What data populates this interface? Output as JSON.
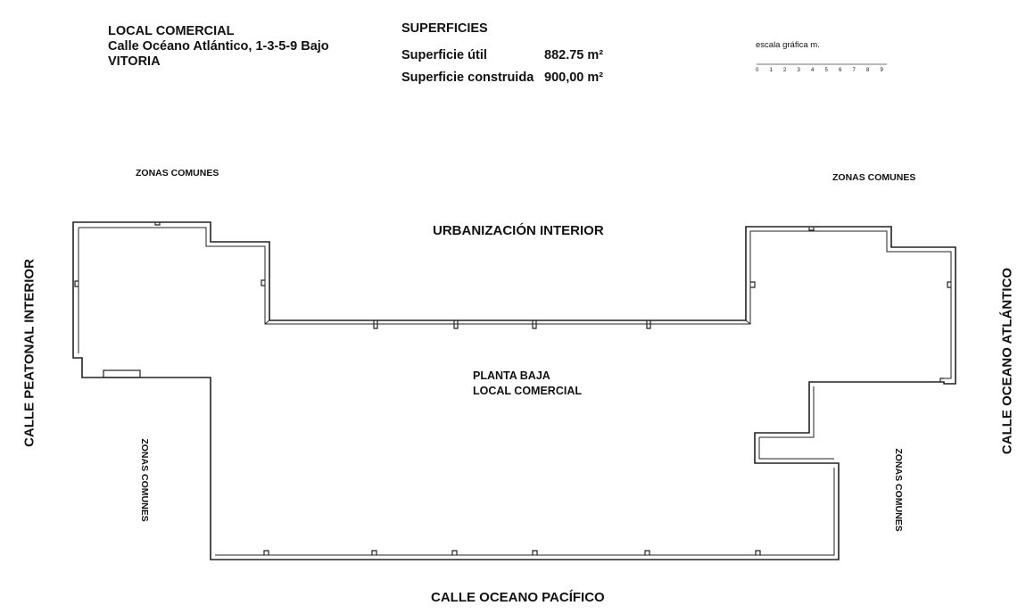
{
  "header": {
    "title": "LOCAL COMERCIAL",
    "address": "Calle Océano Atlántico, 1-3-5-9 Bajo",
    "city": "VITORIA"
  },
  "surfaces": {
    "title": "SUPERFICIES",
    "rows": [
      {
        "label": "Superficie útil",
        "value": "882.75 m²"
      },
      {
        "label": "Superficie construida",
        "value": "900,00 m²"
      }
    ]
  },
  "scale": {
    "label": "escala gráfica m.",
    "ticks": [
      "0",
      "1",
      "2",
      "3",
      "4",
      "5",
      "6",
      "7",
      "8",
      "9"
    ]
  },
  "labels": {
    "zonas_comunes_top_left": "ZONAS COMUNES",
    "zonas_comunes_top_right": "ZONAS COMUNES",
    "zonas_comunes_left": "ZONAS COMUNES",
    "zonas_comunes_right": "ZONAS COMUNES",
    "urbanizacion": "URBANIZACIÓN INTERIOR",
    "planta_line1": "PLANTA BAJA",
    "planta_line2": "LOCAL COMERCIAL",
    "street_left": "CALLE PEATONAL INTERIOR",
    "street_right": "CALLE OCEANO ATLÁNTICO",
    "street_bottom": "CALLE OCEANO PACÍFICO"
  },
  "colors": {
    "line": "#222222",
    "text": "#111111",
    "background": "#ffffff"
  }
}
